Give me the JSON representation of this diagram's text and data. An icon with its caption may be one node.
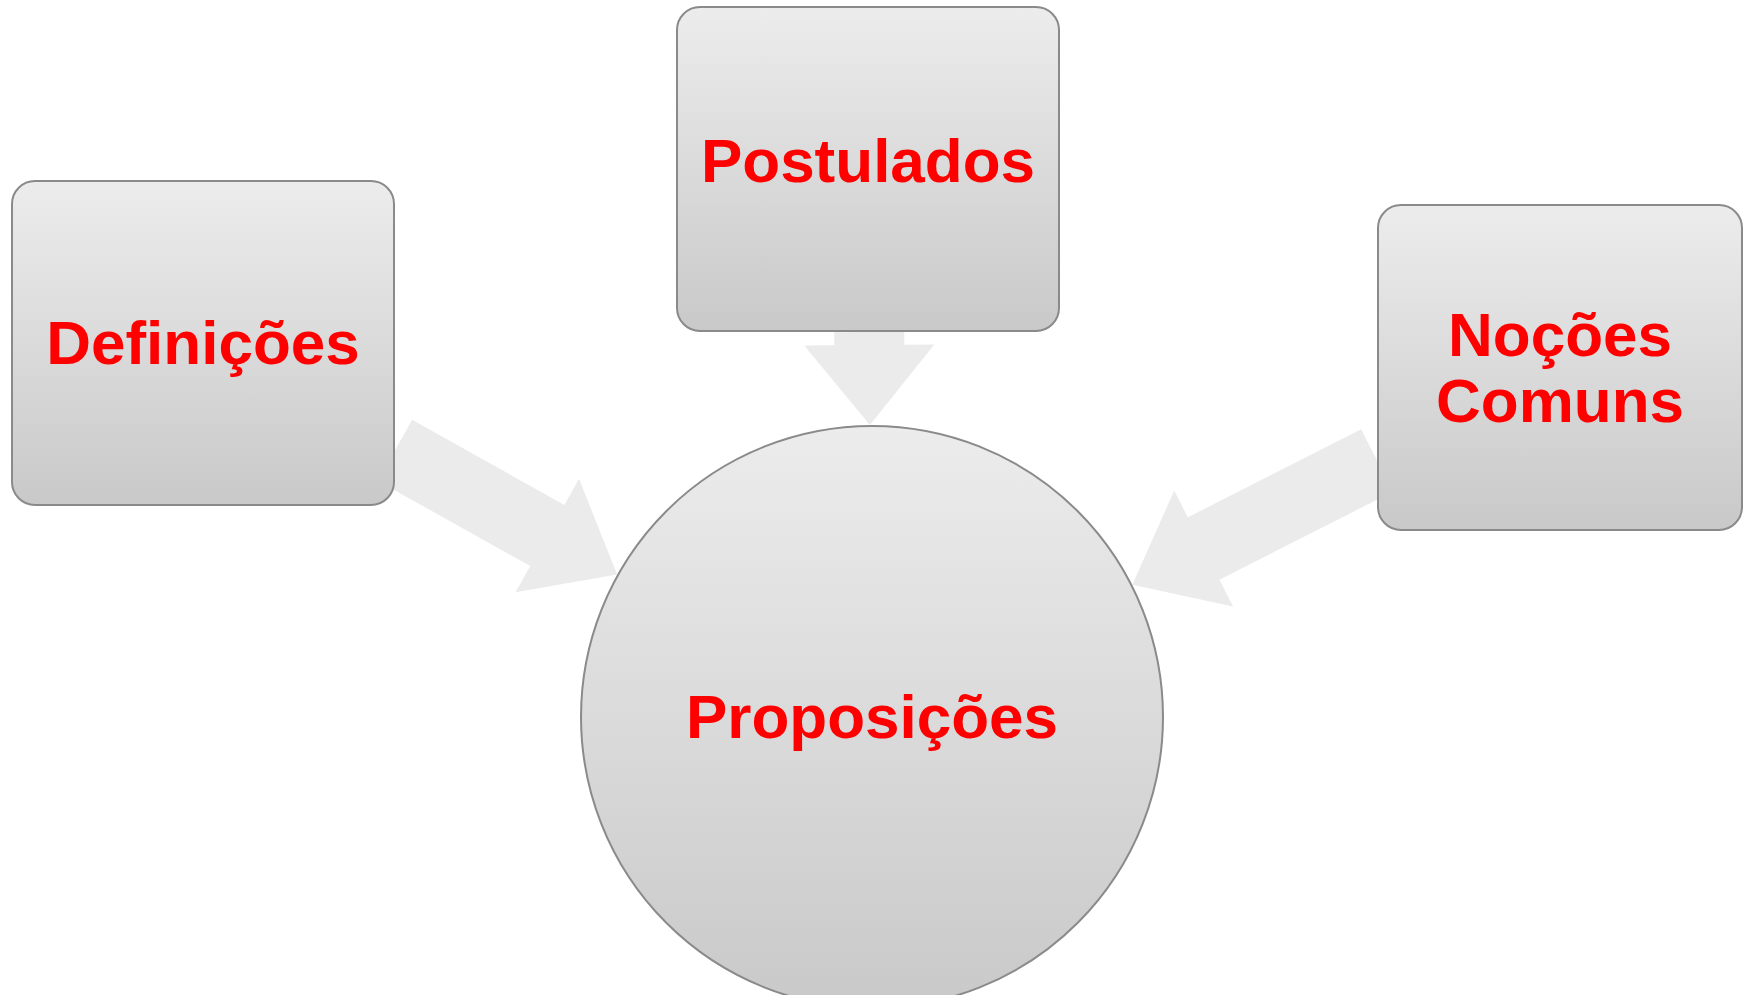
{
  "diagram": {
    "nodes": [
      {
        "text": [
          "Definições"
        ]
      },
      {
        "text": [
          "Postulados"
        ]
      },
      {
        "text": [
          "Noções Comuns"
        ]
      },
      {
        "text": [
          "Proposições"
        ]
      }
    ],
    "edges": [
      {
        "from": 0,
        "to": 3,
        "arrow": "to"
      },
      {
        "from": 1,
        "to": 3,
        "arrow": "to"
      },
      {
        "from": 2,
        "to": 3,
        "arrow": "to"
      }
    ]
  }
}
